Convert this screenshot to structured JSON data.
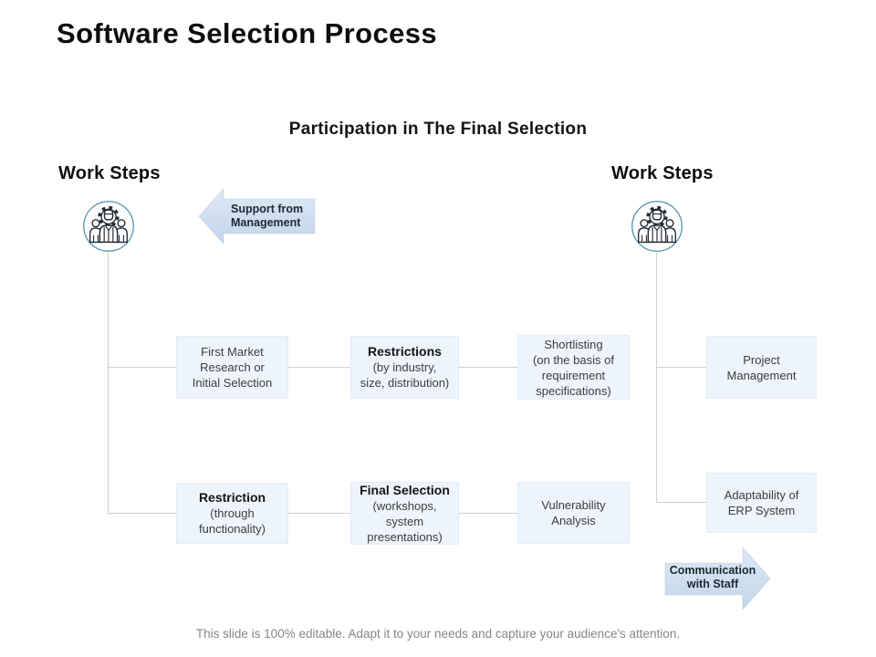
{
  "slide": {
    "title": "Software Selection Process",
    "subtitle": "Participation in The Final Selection",
    "footer": "This slide is 100% editable. Adapt it to your needs and capture your audience's attention."
  },
  "left_column": {
    "label": "Work Steps",
    "icon": "team-gear-icon"
  },
  "right_column": {
    "label": "Work Steps",
    "icon": "team-gear-icon"
  },
  "arrows": {
    "support": {
      "label": "Support from\nManagement",
      "direction": "left"
    },
    "communication": {
      "label": "Communication\nwith Staff",
      "direction": "right"
    }
  },
  "boxes": {
    "row1": [
      {
        "title": "",
        "body": "First Market\nResearch or\nInitial Selection"
      },
      {
        "title": "Restrictions",
        "body": "(by industry,\nsize, distribution)"
      },
      {
        "title": "",
        "body": "Shortlisting\n(on the basis of\nrequirement\nspecifications)"
      },
      {
        "title": "",
        "body": "Project\nManagement"
      }
    ],
    "row2": [
      {
        "title": "Restriction",
        "body": "(through\nfunctionality)"
      },
      {
        "title": "Final Selection",
        "body": "(workshops, system\npresentations)"
      },
      {
        "title": "",
        "body": "Vulnerability\nAnalysis"
      },
      {
        "title": "",
        "body": "Adaptability of\nERP System"
      }
    ]
  },
  "colors": {
    "box_fill": "#edf4fb",
    "connector_line": "#cfcfcf",
    "circle_border": "#4f93ad",
    "arrow_fill_top": "#dde8f4",
    "arrow_fill_bottom": "#c3d6eb",
    "title_text": "#0d0d0d",
    "footer_text": "#868686"
  }
}
